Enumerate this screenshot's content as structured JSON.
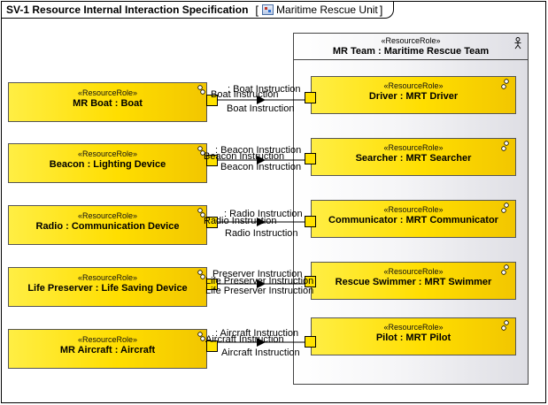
{
  "frame": {
    "title": "SV-1 Resource Internal Interaction Specification",
    "context_open": "[",
    "context_label": "Maritime Rescue Unit",
    "context_close": "]",
    "context_icon": "diagram-icon"
  },
  "team": {
    "stereotype": "«ResourceRole»",
    "name": "MR Team : Maritime Rescue Team",
    "icon": "actor-icon"
  },
  "roles": [
    {
      "stereotype": "«ResourceRole»",
      "name": "MR Boat : Boat"
    },
    {
      "stereotype": "«ResourceRole»",
      "name": "Beacon : Lighting Device"
    },
    {
      "stereotype": "«ResourceRole»",
      "name": "Radio : Communication Device"
    },
    {
      "stereotype": "«ResourceRole»",
      "name": "Life Preserver : Life Saving Device"
    },
    {
      "stereotype": "«ResourceRole»",
      "name": "MR Aircraft : Aircraft"
    }
  ],
  "members": [
    {
      "stereotype": "«ResourceRole»",
      "name": "Driver : MRT Driver"
    },
    {
      "stereotype": "«ResourceRole»",
      "name": "Searcher : MRT Searcher"
    },
    {
      "stereotype": "«ResourceRole»",
      "name": "Communicator : MRT Communicator"
    },
    {
      "stereotype": "«ResourceRole»",
      "name": "Rescue Swimmer : MRT Swimmer"
    },
    {
      "stereotype": "«ResourceRole»",
      "name": "Pilot : MRT Pilot"
    }
  ],
  "connectors": [
    {
      "flow": ": Boat Instruction",
      "port_label": "Boat Instruction",
      "item": "Boat Instruction"
    },
    {
      "flow": ": Beacon Instruction",
      "port_label": "Beacon Instruction",
      "item": "Beacon Instruction"
    },
    {
      "flow": ": Radio Instruction",
      "port_label": "Radio Instruction",
      "item": "Radio Instruction"
    },
    {
      "flow": "Preserver Instruction",
      "port_label": "Life Preserver Instruction",
      "item": "Life Preserver Instruction"
    },
    {
      "flow": ": Aircraft Instruction",
      "port_label": "Aircraft Instruction",
      "item": "Aircraft Instruction"
    }
  ],
  "colors": {
    "role_fill": "#ffde00",
    "frame_border": "#000000",
    "team_fill": "#ececf0"
  }
}
